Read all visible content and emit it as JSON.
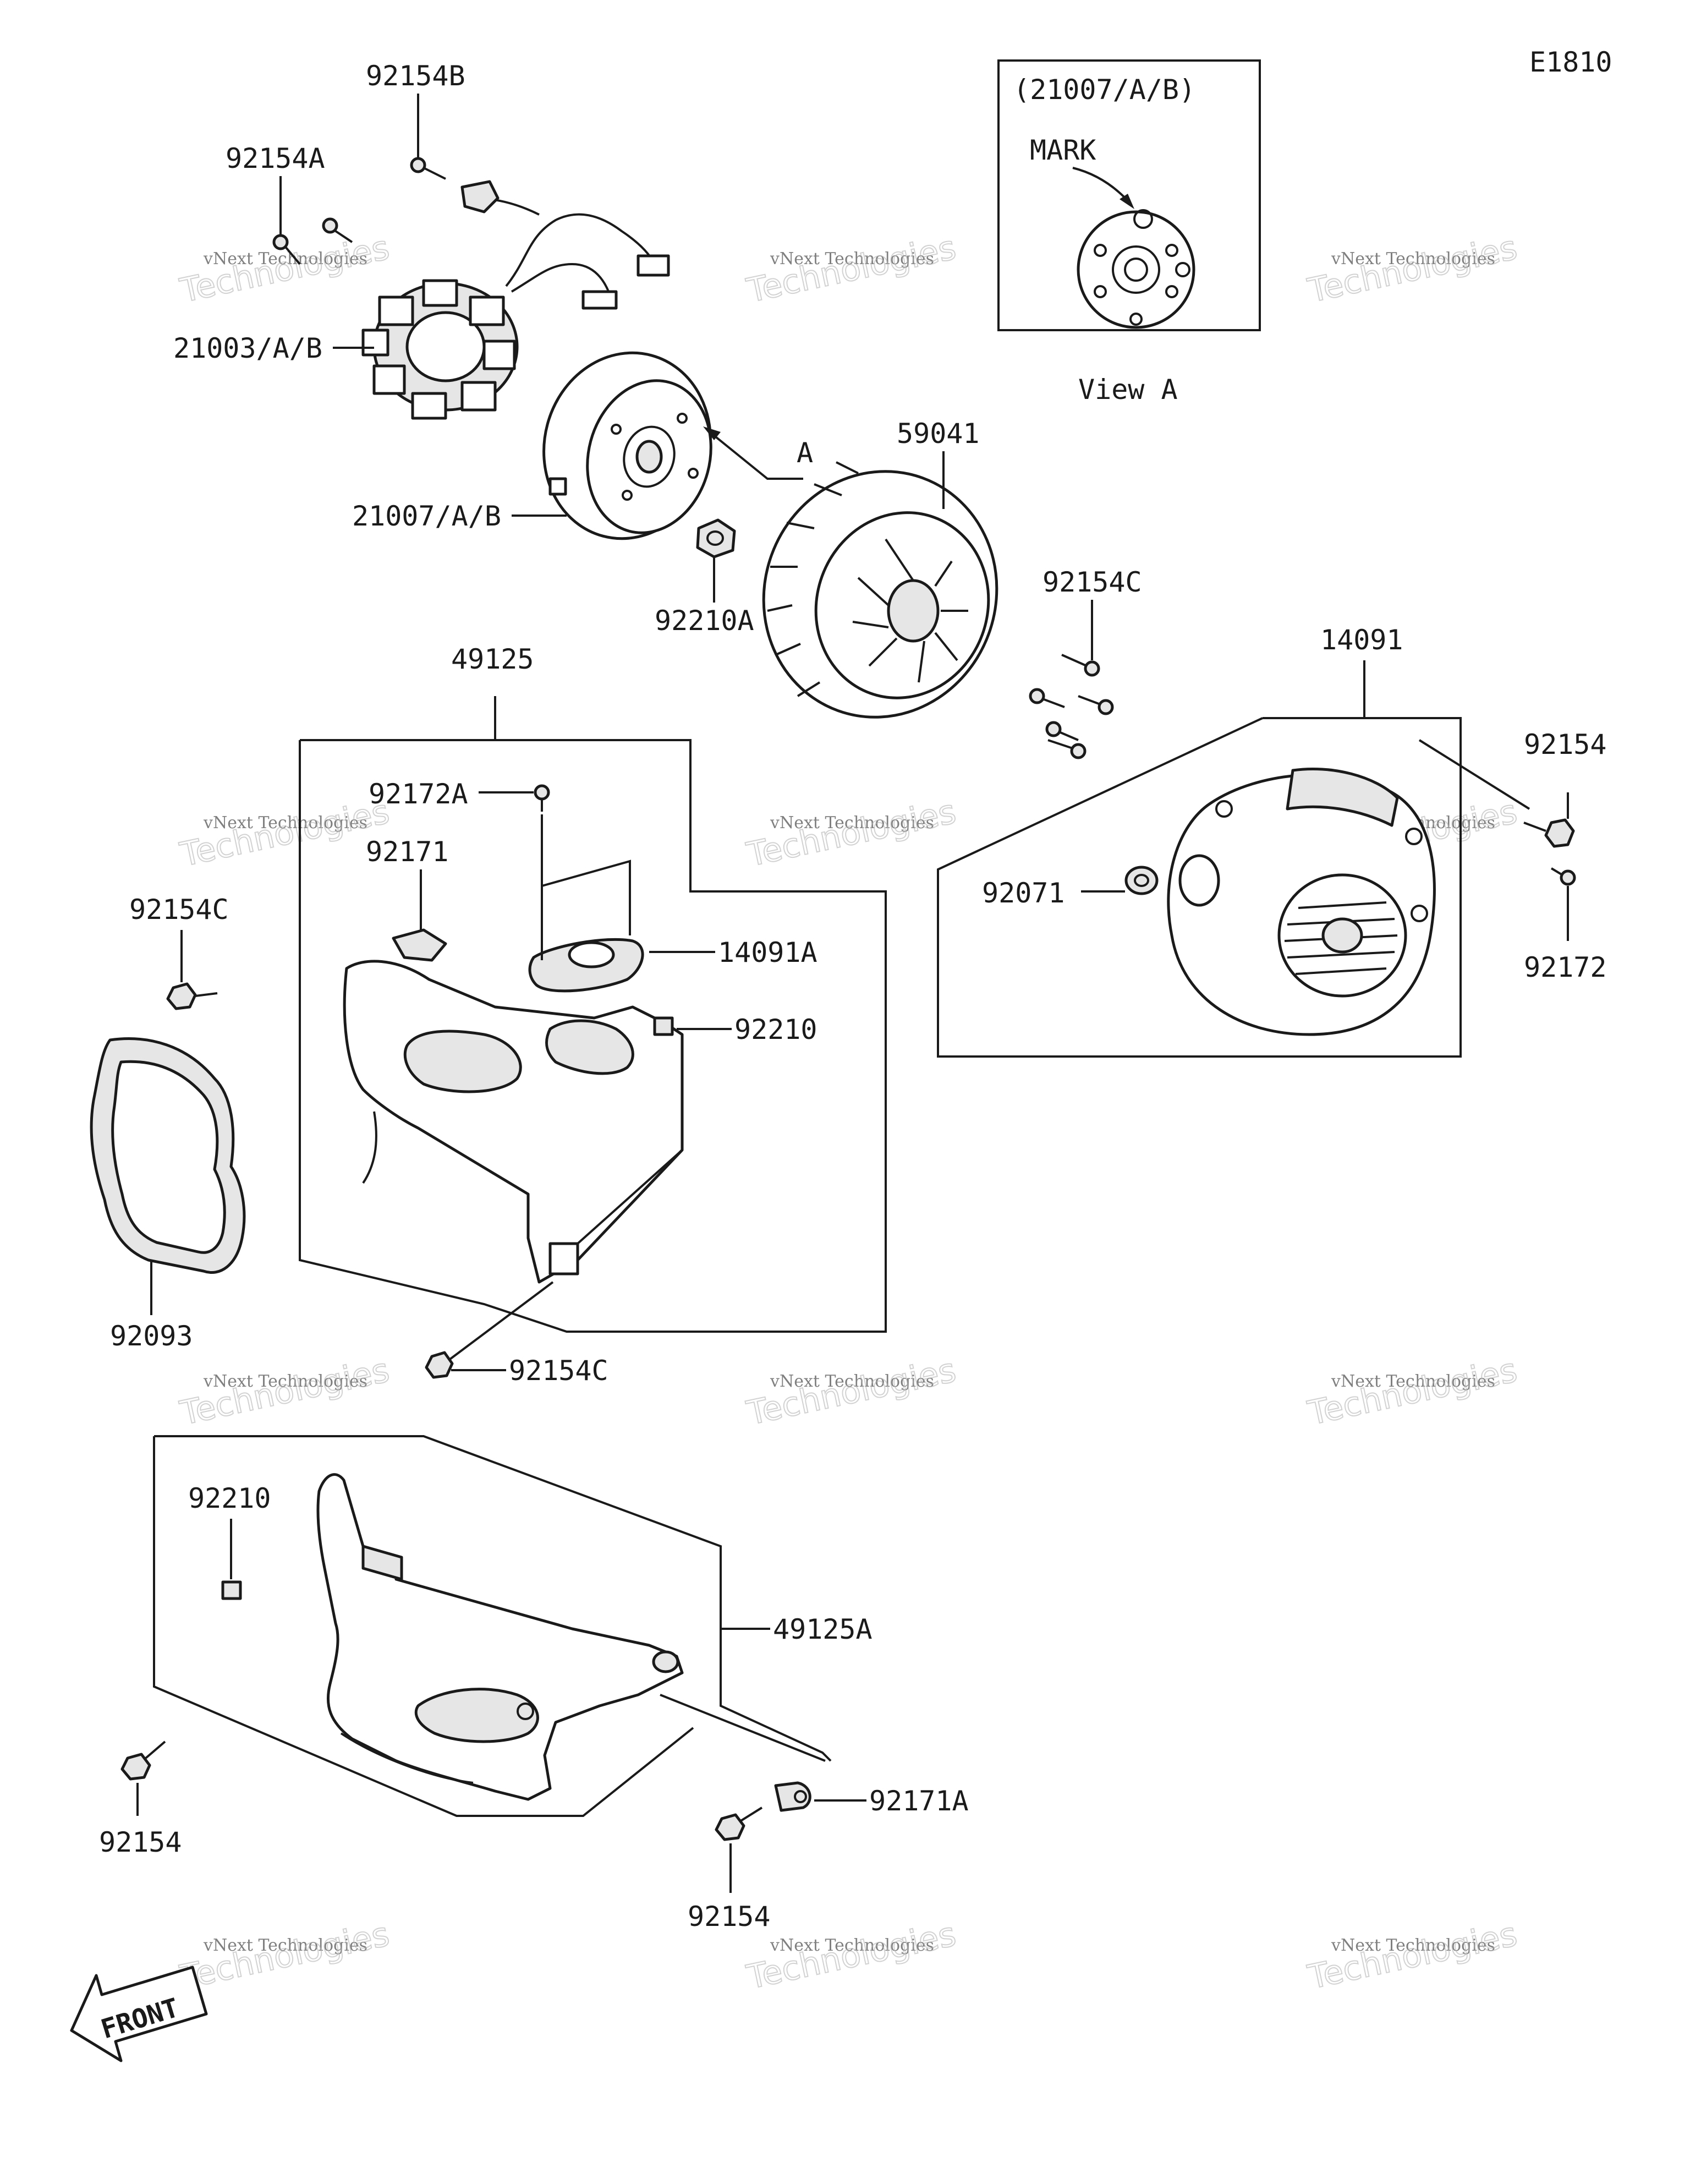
{
  "diagram_code": "E1810",
  "view_a": {
    "title": "(21007/A/B)",
    "mark_label": "MARK",
    "caption": "View A"
  },
  "arrow_a_label": "A",
  "front_label": "FRONT",
  "watermark": {
    "line1": "vNext Technologies",
    "line2": "Technologies"
  },
  "labels": {
    "p92154B": "92154B",
    "p92154A": "92154A",
    "p21003": "21003/A/B",
    "p21007": "21007/A/B",
    "p92210A": "92210A",
    "p59041": "59041",
    "p92154C_top": "92154C",
    "p14091": "14091",
    "p92154_right": "92154",
    "p92071": "92071",
    "p92172": "92172",
    "p49125": "49125",
    "p92172A": "92172A",
    "p92171": "92171",
    "p14091A": "14091A",
    "p92210_mid": "92210",
    "p92154C_left": "92154C",
    "p92093": "92093",
    "p92154C_bottom": "92154C",
    "p92210_lower": "92210",
    "p49125A": "49125A",
    "p92154_lowleft": "92154",
    "p92171A": "92171A",
    "p92154_lowmid": "92154"
  }
}
